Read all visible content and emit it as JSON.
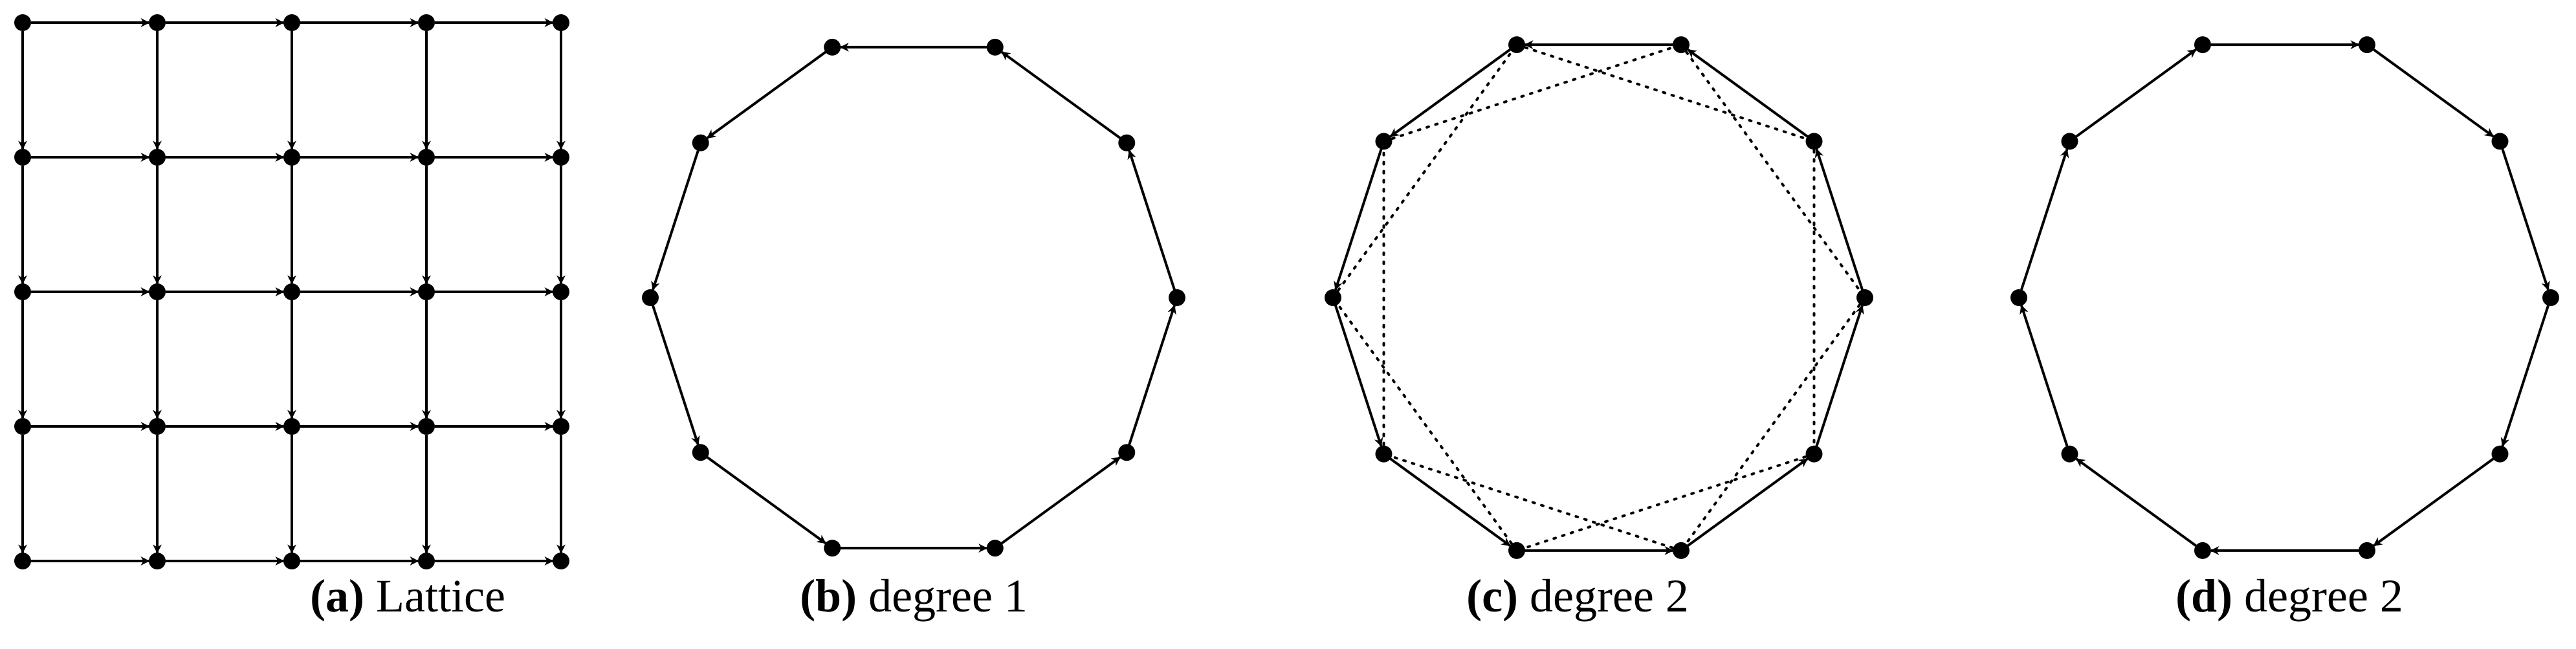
{
  "panels": [
    {
      "key": "a",
      "letter": "(a)",
      "text": "Lattice",
      "type": "lattice",
      "rows": 5,
      "cols": 5
    },
    {
      "key": "b",
      "letter": "(b)",
      "text": "degree 1",
      "type": "ring",
      "nodes": 10,
      "style": "directed-cycle"
    },
    {
      "key": "c",
      "letter": "(c)",
      "text": "degree 2",
      "type": "ring",
      "nodes": 10,
      "style": "directed-cycle-with-chords"
    },
    {
      "key": "d",
      "letter": "(d)",
      "text": "degree 2",
      "type": "ring",
      "nodes": 10,
      "style": "bidirectional-cycle"
    }
  ],
  "colors": {
    "ink": "#000000",
    "background": "#ffffff"
  }
}
